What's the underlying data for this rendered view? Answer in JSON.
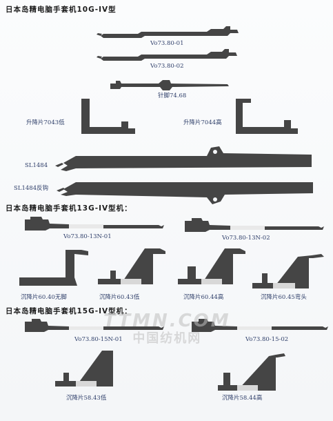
{
  "sections": [
    {
      "title": "日本岛精电脑手套机10G-IV型"
    },
    {
      "title": "日本岛精电脑手套机13G-IV型机："
    },
    {
      "title": "日本岛精电脑手套机15G-IV型机："
    }
  ],
  "captions": {
    "vo73_80_01": "Vo73.80-01",
    "vo73_80_02": "Vo73.80-02",
    "zhenjiao": "针脚74.68",
    "jiangpian_7043": "升降片7043低",
    "jiangpian_7044": "升降片7044高",
    "sl1484": "SL1484",
    "sl1484_fangou": "SL1484反钩",
    "vo13n01": "Vo73.80-13N-01",
    "vo13n02": "Vo73.80-13N-02",
    "chen_6040": "沉降片60.40无脚",
    "chen_6043": "沉降片60.43低",
    "chen_6044": "沉降片60.44高",
    "chen_6045": "沉降片60.45弯头",
    "vo15n01": "Vo73.80-15N-01",
    "vo15_02": "Vo73.80-15-02",
    "chen_5843": "沉降片58.43低",
    "chen_5844": "沉降片58.44高"
  },
  "watermark": {
    "line1": "TTMN.COM",
    "line2": "中国纺机网"
  },
  "colors": {
    "part": "#454545",
    "caption": "#2f3f6a",
    "heading": "#1c1c1c"
  }
}
